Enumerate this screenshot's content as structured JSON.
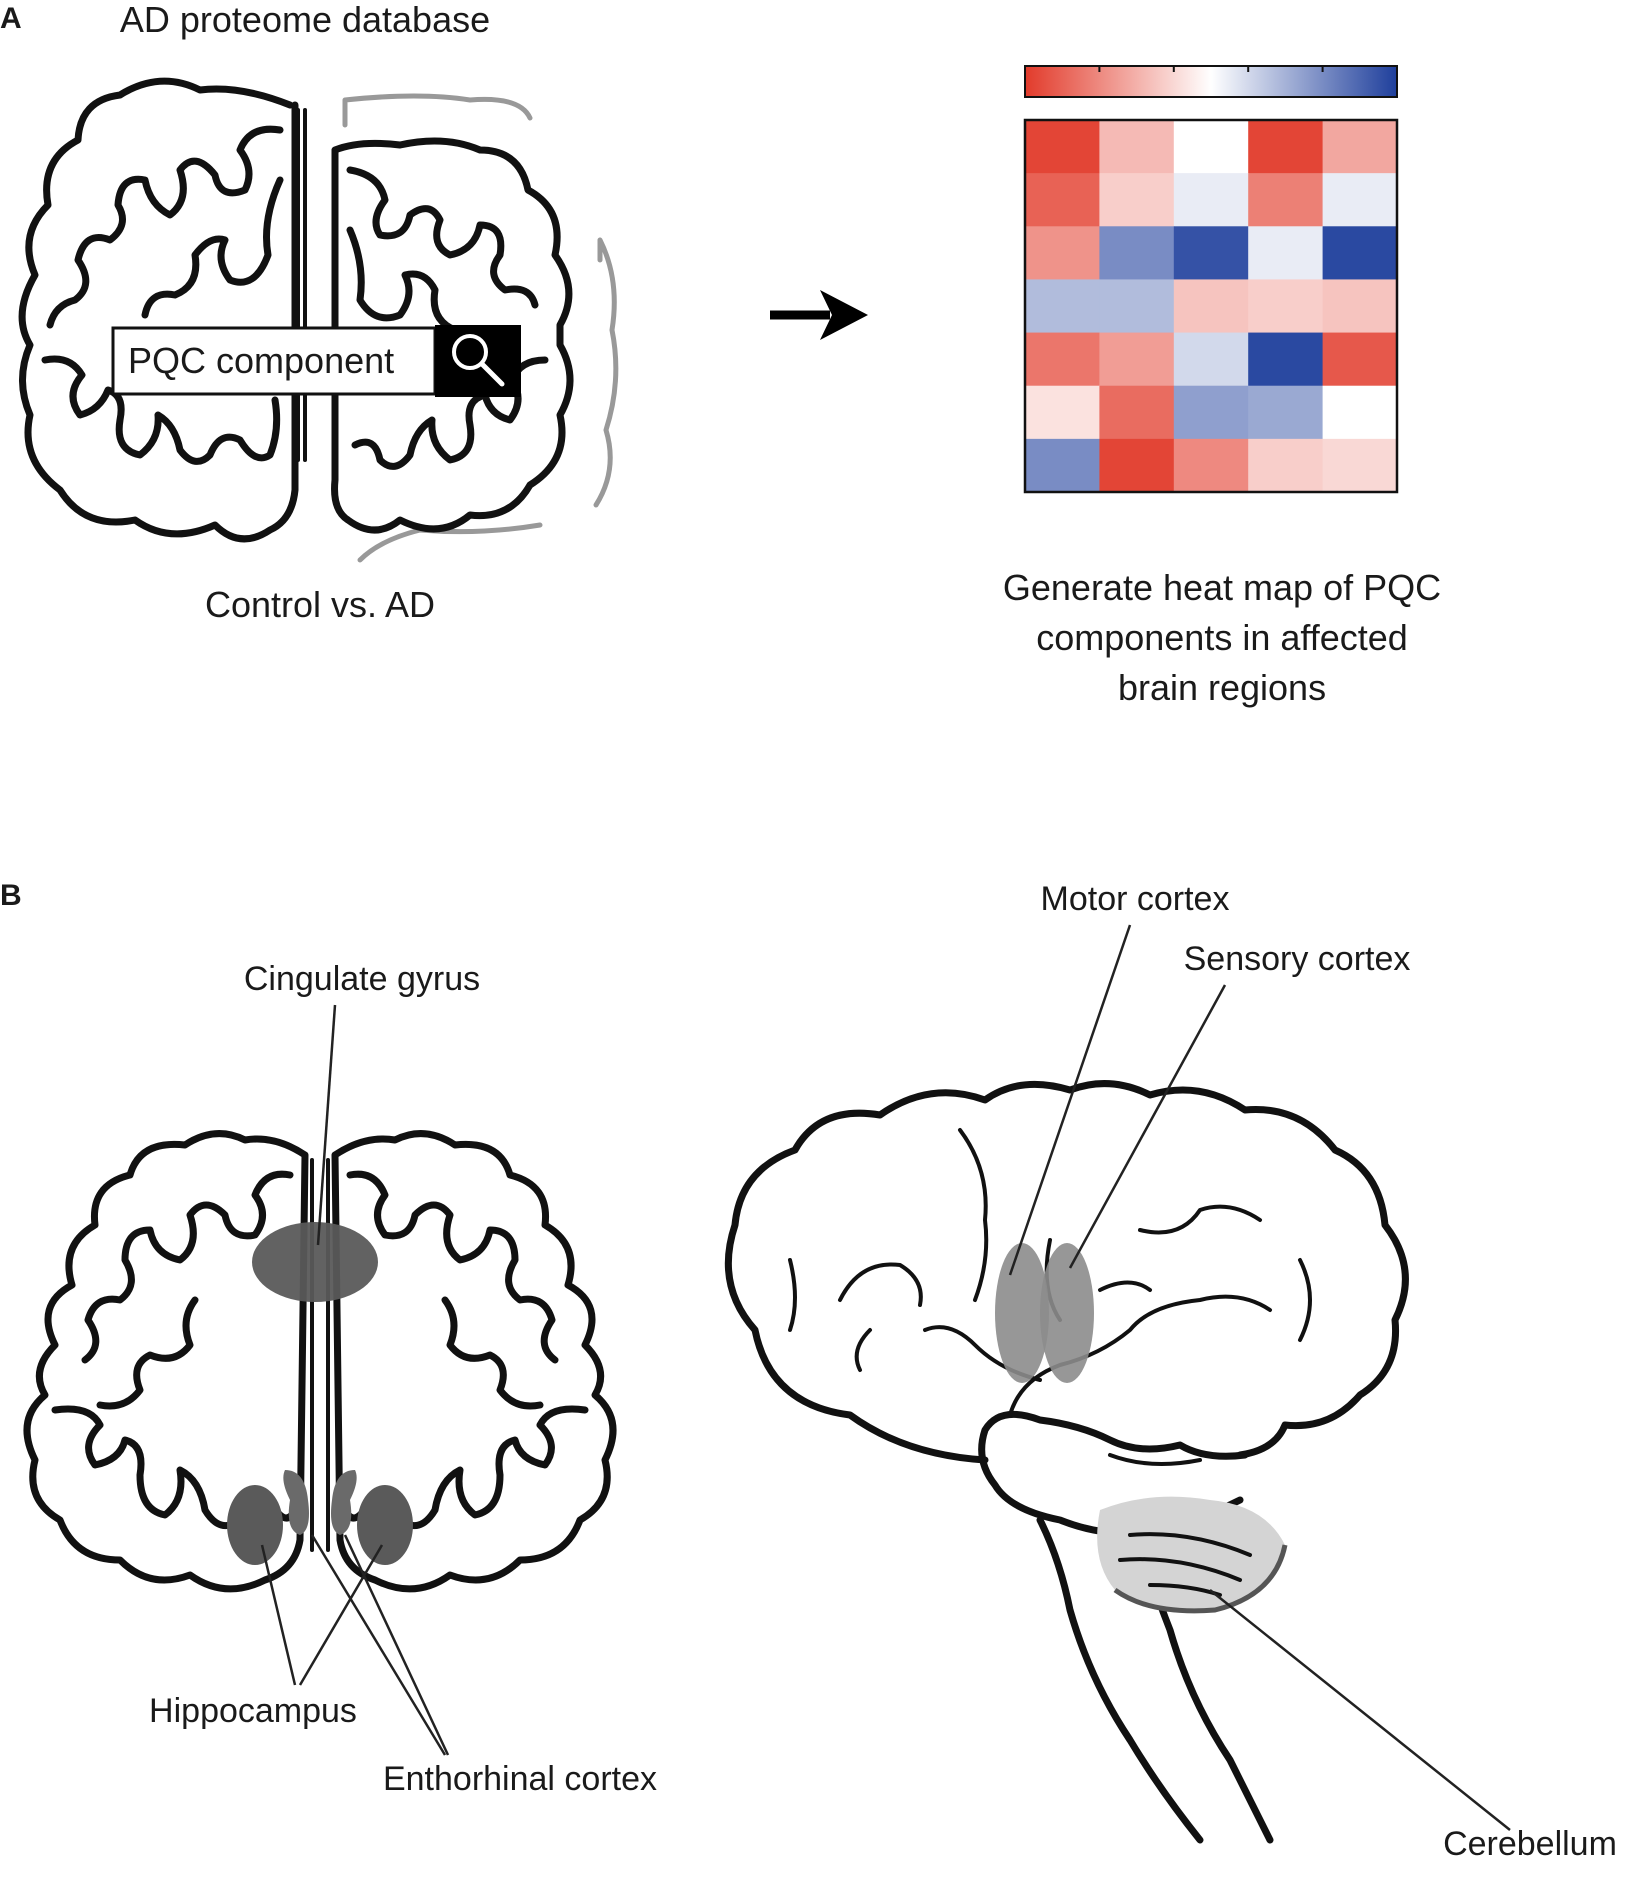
{
  "panel_a": {
    "letter": "A",
    "title": "AD proteome database",
    "search_label": "PQC component",
    "search_icon": "magnifier-icon",
    "comparison": "Control vs. AD",
    "arrow_icon": "right-arrow-icon",
    "heatmap_caption": [
      "Generate heat map of PQC",
      "components in affected",
      "brain regions"
    ]
  },
  "panel_b": {
    "letter": "B",
    "labels": {
      "cingulate": "Cingulate gyrus",
      "hippocampus": "Hippocampus",
      "entorhinal": "Enthorhinal cortex",
      "motor": "Motor cortex",
      "sensory": "Sensory cortex",
      "cerebellum": "Cerebellum"
    }
  },
  "colors": {
    "red": "#e23b2b",
    "white": "#ffffff",
    "blue": "#1f3f9c",
    "highlight_dark": "#5a5a5a",
    "highlight_mid": "#8c8c8c",
    "highlight_light": "#d4d4d4"
  },
  "chart_data": {
    "type": "heatmap",
    "rows": 7,
    "cols": 5,
    "colorscale": [
      "#e23b2b",
      "#ffffff",
      "#1f3f9c"
    ],
    "range": [
      -1,
      1
    ],
    "values": [
      [
        -0.95,
        -0.35,
        0.0,
        -0.95,
        -0.45
      ],
      [
        -0.8,
        -0.25,
        0.1,
        -0.65,
        0.1
      ],
      [
        -0.55,
        0.6,
        0.9,
        0.1,
        0.95
      ],
      [
        0.35,
        0.35,
        -0.3,
        -0.25,
        -0.3
      ],
      [
        -0.7,
        -0.5,
        0.2,
        0.95,
        -0.85
      ],
      [
        -0.15,
        -0.75,
        0.5,
        0.45,
        0.0
      ],
      [
        0.6,
        -0.95,
        -0.6,
        -0.25,
        -0.2
      ]
    ]
  }
}
